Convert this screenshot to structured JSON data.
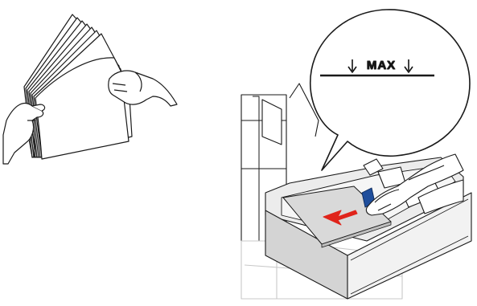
{
  "callout": {
    "label": "MAX",
    "arrow_glyph": "down-arrow-icon"
  },
  "illustrations": {
    "left": "hands-fanning-paper-stack",
    "right": "printer-paper-tray-loading"
  },
  "colors": {
    "line": "#1a1a1a",
    "paper": "#ffffff",
    "paper_in_tray": "#d9d9d9",
    "tray_shade": "#cfcfcf",
    "guide_tab": "#1f4e9c",
    "direction_arrow": "#e0241b"
  }
}
